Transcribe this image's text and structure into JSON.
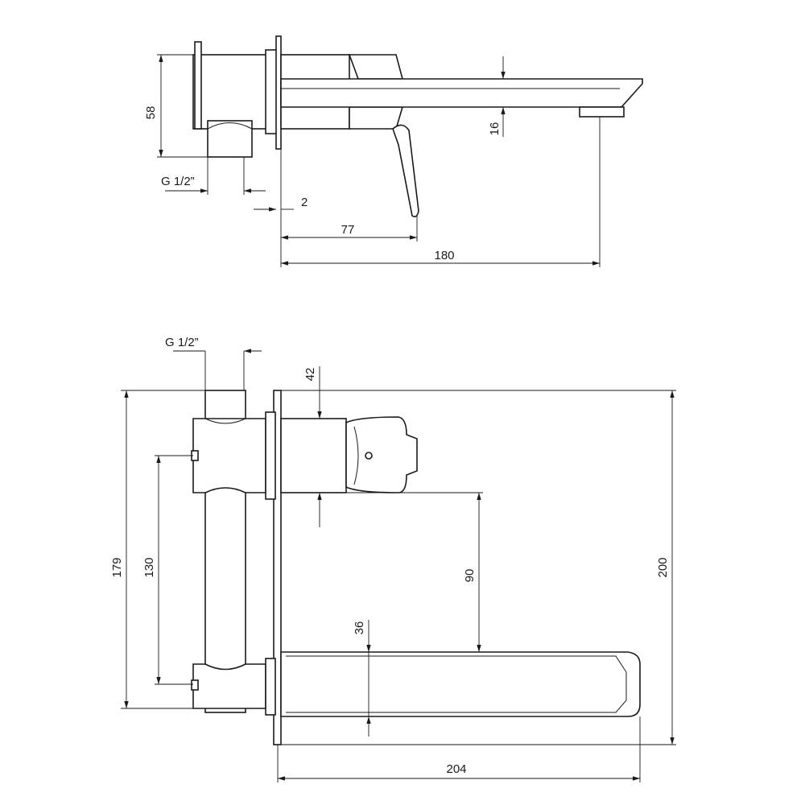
{
  "side_view": {
    "dim_height": "58",
    "dim_spout_thickness": "16",
    "dim_thread": "G 1/2”",
    "dim_plate": "2",
    "dim_lever": "77",
    "dim_projection": "180"
  },
  "front_view": {
    "dim_thread": "G 1/2”",
    "dim_cartridge": "42",
    "dim_body_height": "179",
    "dim_inlet_spacing": "130",
    "dim_handle_to_spout": "90",
    "dim_plate_height": "200",
    "dim_spout_height": "36",
    "dim_spout_length": "204"
  }
}
